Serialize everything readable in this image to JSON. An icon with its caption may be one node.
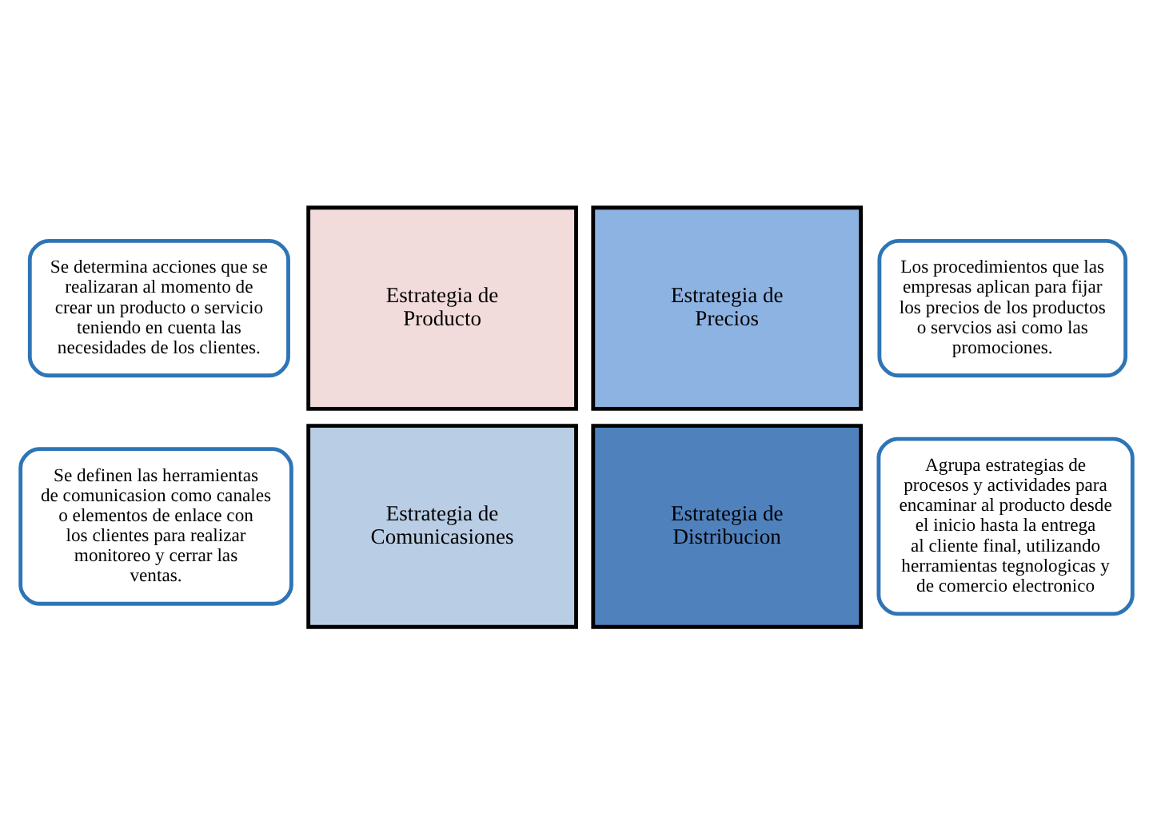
{
  "diagram": {
    "nodes": [
      {
        "text": [
          "Se determina acciones que se realizaran al momento de crear un producto o servicio teniendo en cuenta las necesidades de los clientes."
        ]
      },
      {
        "text": [
          "Los procedimientos que las empresas aplican para fijar los precios de los productos o servcios asi como las promociones."
        ]
      },
      {
        "text": [
          "Estrategia de Producto"
        ]
      },
      {
        "text": [
          "Estrategia de Precios"
        ]
      },
      {
        "text": [
          "Se definen las herramientas de comunicasion como canales o elementos de enlace con los clientes para realizar monitoreo y cerrar las ventas."
        ]
      },
      {
        "text": [
          "Estrategia de Comunicasiones"
        ]
      },
      {
        "text": [
          "Estrategia de Distribucion"
        ]
      },
      {
        "text": [
          "Agrupa estrategias de procesos y actividades para encaminar al producto desde el inicio hasta la entrega al cliente final, utilizando herramientas tegnologicas y de comercio electronico"
        ]
      }
    ],
    "edges": []
  }
}
